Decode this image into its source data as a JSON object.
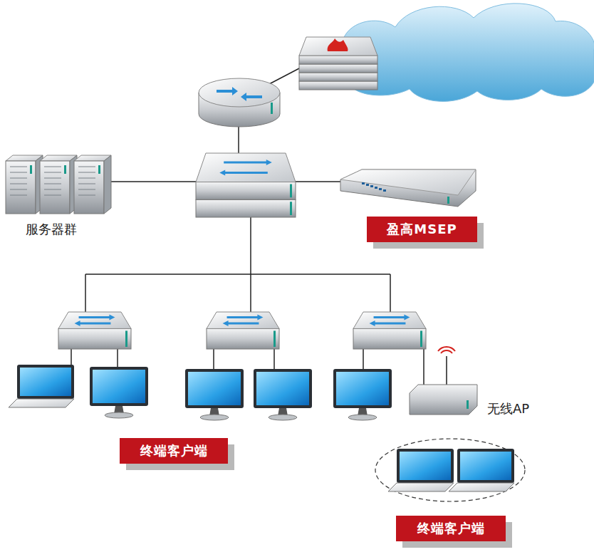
{
  "diagram": {
    "nodes": [
      {
        "text": [
          "盈高MSEP"
        ]
      },
      {
        "text": [
          "终端客户端"
        ]
      },
      {
        "text": [
          "终端客户端"
        ]
      }
    ],
    "labels": [
      "服务器群",
      "无线AP"
    ]
  }
}
